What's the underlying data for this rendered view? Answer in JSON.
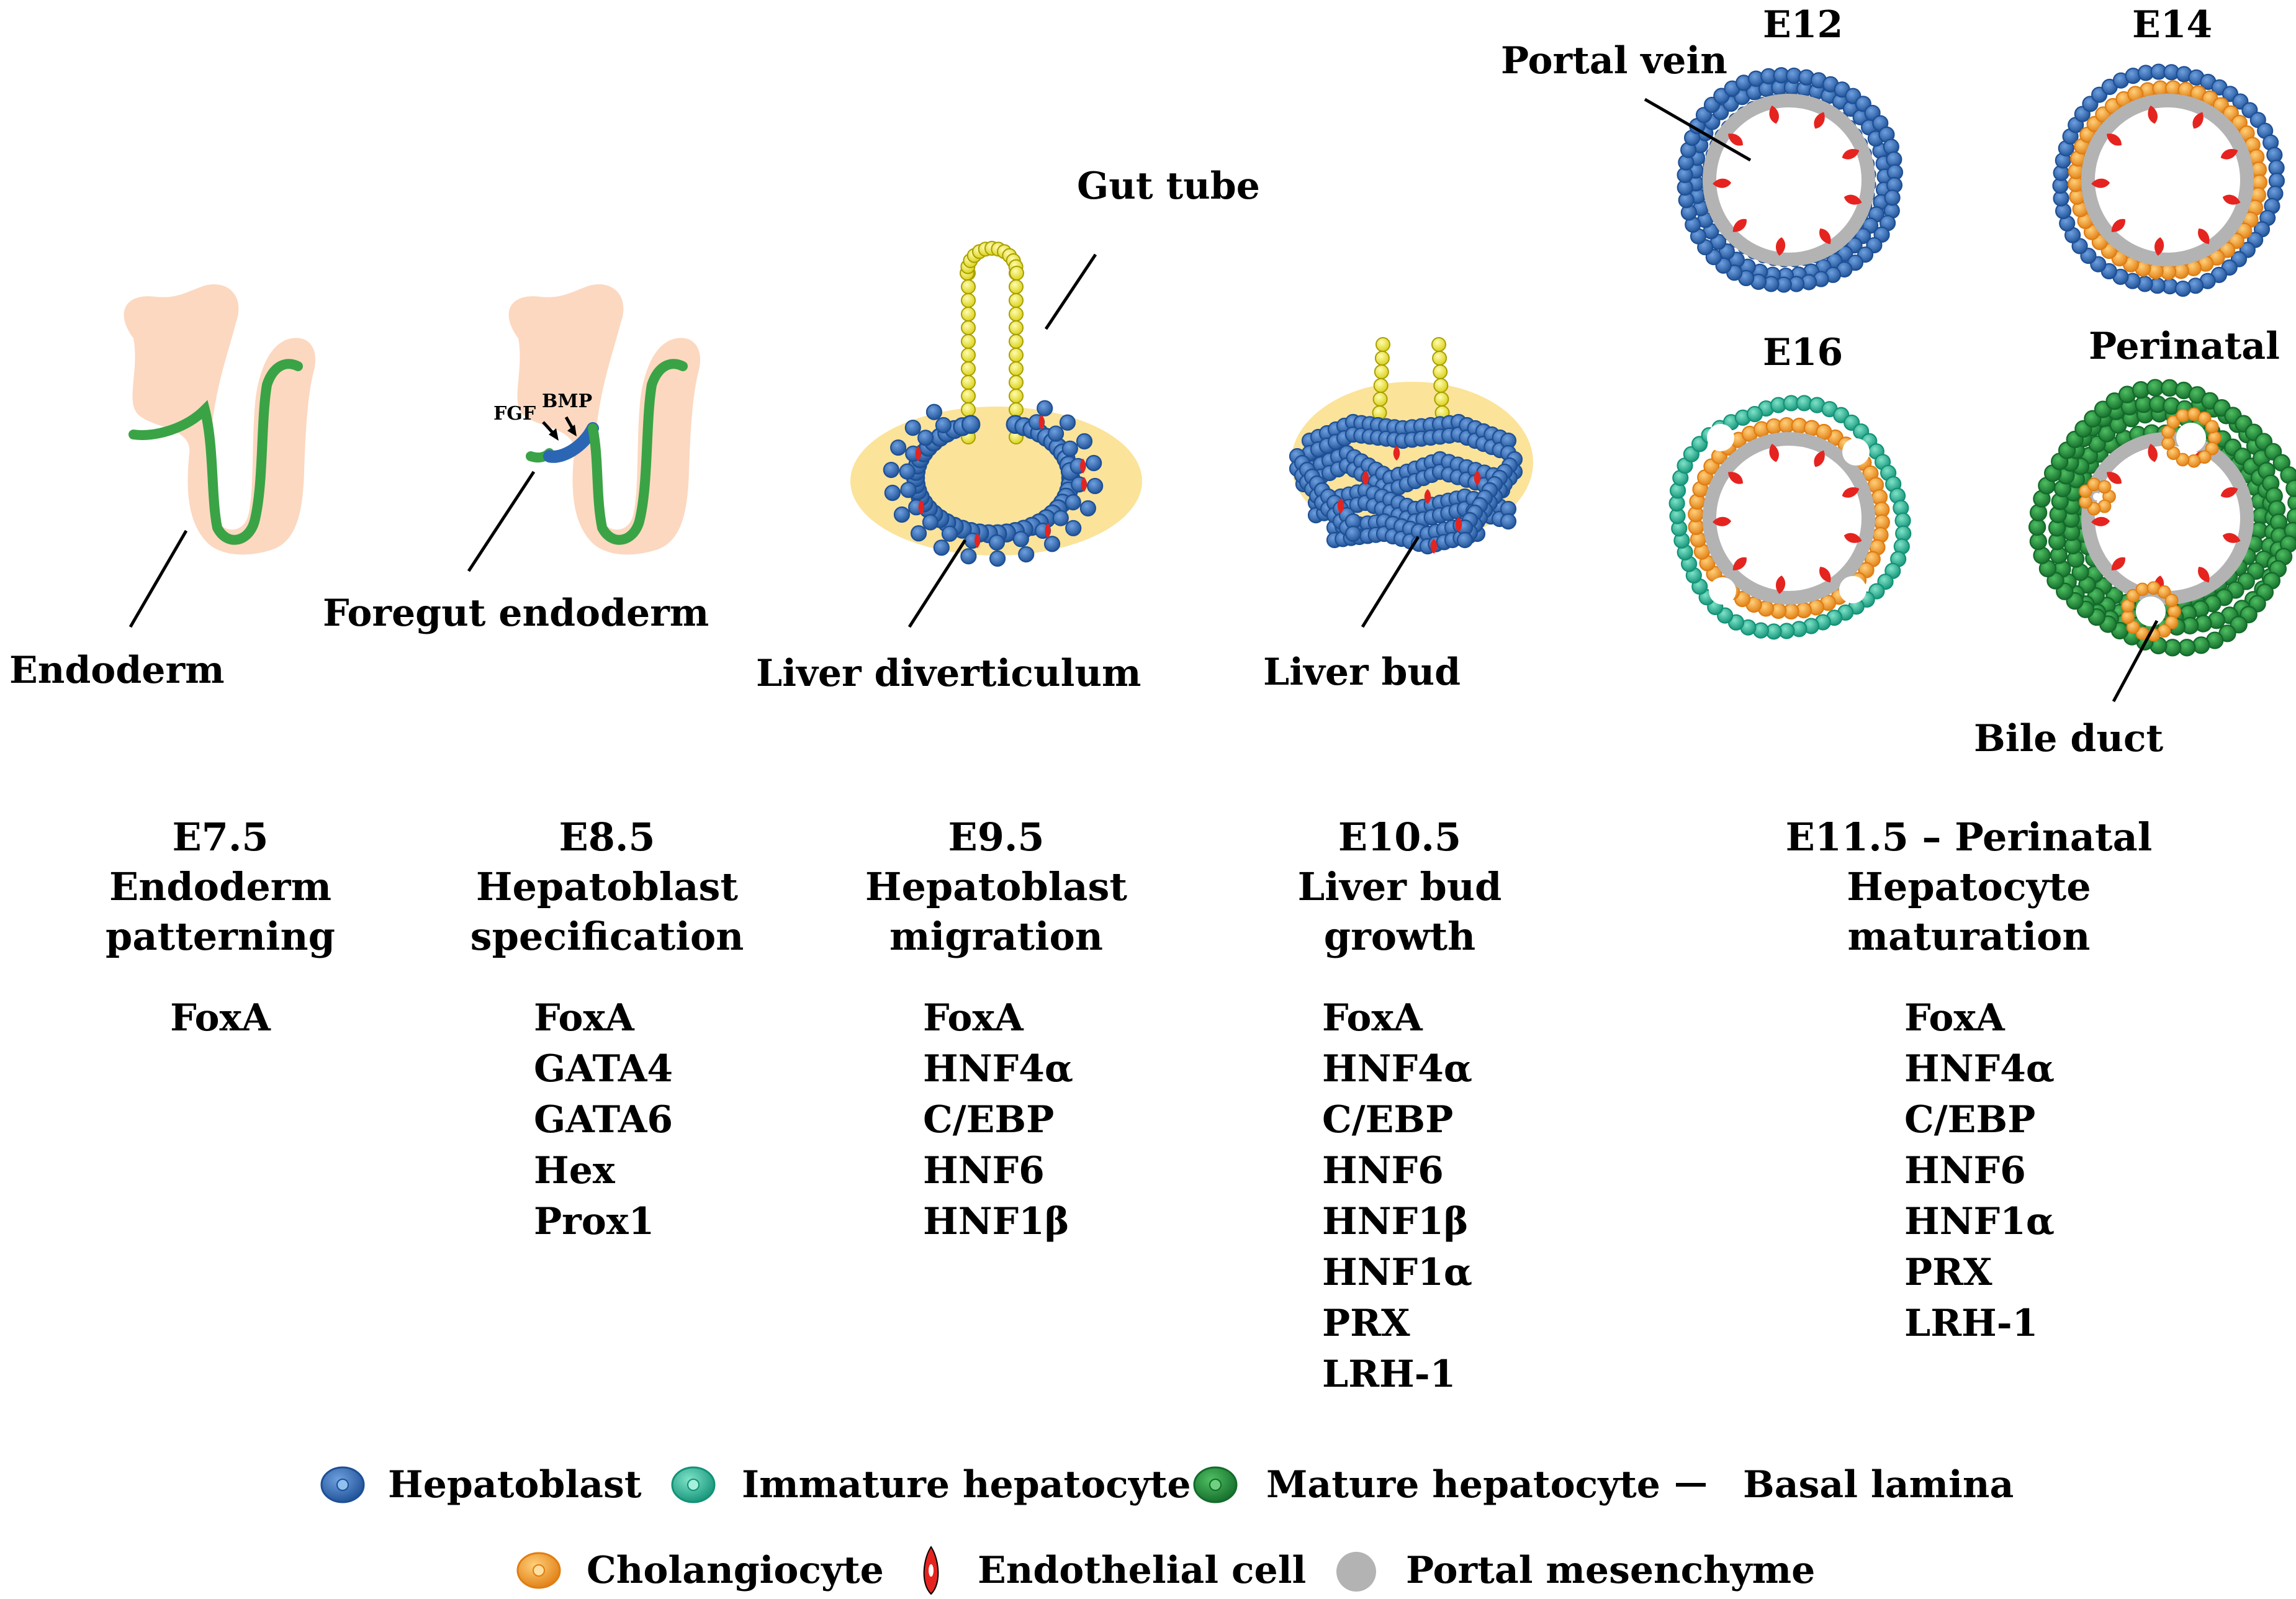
{
  "labels": {
    "endoderm": "Endoderm",
    "foregut_endoderm": "Foregut endoderm",
    "fgf": "FGF",
    "bmp": "BMP",
    "gut_tube": "Gut tube",
    "liver_diverticulum": "Liver diverticulum",
    "liver_bud": "Liver bud",
    "portal_vein": "Portal vein",
    "bile_duct": "Bile duct"
  },
  "panels": {
    "e12": "E12",
    "e14": "E14",
    "e16": "E16",
    "perinatal": "Perinatal"
  },
  "stages": [
    {
      "day": "E7.5",
      "line1": "Endoderm",
      "line2": "patterning",
      "genes": [
        "FoxA"
      ]
    },
    {
      "day": "E8.5",
      "line1": "Hepatoblast",
      "line2": "specification",
      "genes": [
        "FoxA",
        "GATA4",
        "GATA6",
        "Hex",
        "Prox1"
      ]
    },
    {
      "day": "E9.5",
      "line1": "Hepatoblast",
      "line2": "migration",
      "genes": [
        "FoxA",
        "HNF4α",
        "C/EBP",
        "HNF6",
        "HNF1β"
      ]
    },
    {
      "day": "E10.5",
      "line1": "Liver bud",
      "line2": "growth",
      "genes": [
        "FoxA",
        "HNF4α",
        "C/EBP",
        "HNF6",
        "HNF1β",
        "HNF1α",
        "PRX",
        "LRH-1"
      ]
    },
    {
      "day": "E11.5 – Perinatal",
      "line1": "Hepatocyte",
      "line2": "maturation",
      "genes": [
        "FoxA",
        "HNF4α",
        "C/EBP",
        "HNF6",
        "HNF1α",
        "PRX",
        "LRH-1"
      ]
    }
  ],
  "legend": {
    "hepatoblast": "Hepatoblast",
    "immature": "Immature hepatocyte",
    "mature": "Mature hepatocyte",
    "basal": "Basal lamina",
    "cholangiocyte": "Cholangiocyte",
    "endothelial": "Endothelial cell",
    "mesenchyme": "Portal mesenchyme"
  },
  "colors": {
    "hepatoblast": "#2a66b4",
    "immature": "#1fb394",
    "mature": "#1d8a3a",
    "cholangiocyte": "#f39a2d",
    "endothelial": "#e52420",
    "mesenchyme": "#b3b3b3",
    "endoderm": "#3aa346",
    "embryo": "#fcd8c0",
    "septum": "#fbe39a",
    "gut": "#f4ee3a"
  }
}
